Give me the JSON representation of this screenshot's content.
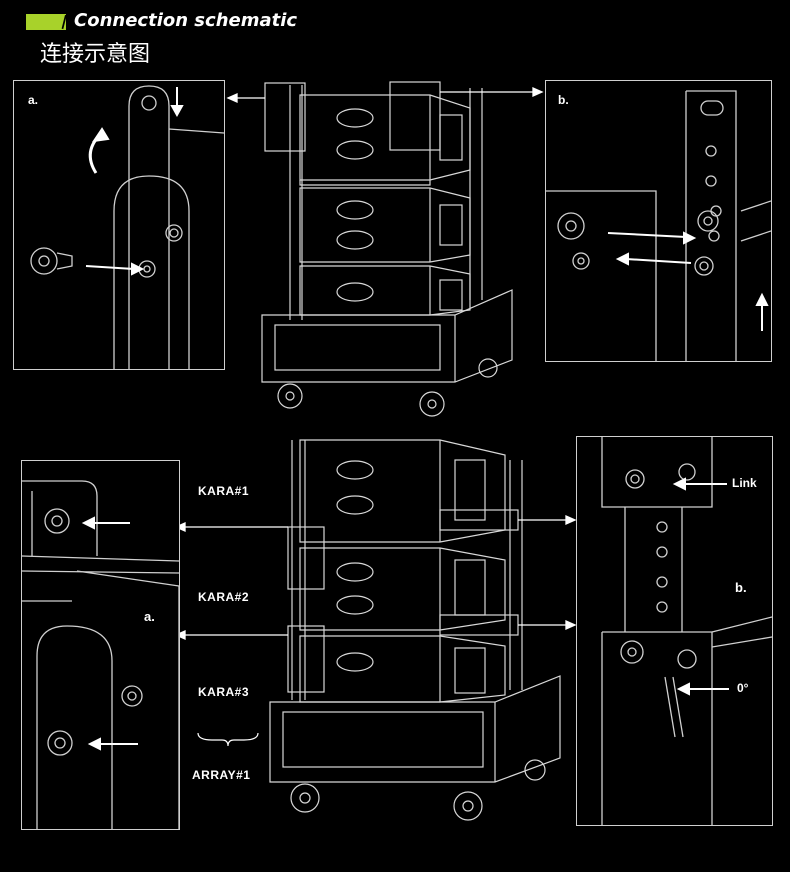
{
  "header": {
    "title_en": "Connection schematic",
    "title_zh": "连接示意图",
    "accent_color": "#a8d22a"
  },
  "top": {
    "panel_left_label": "a.",
    "panel_right_label": "b."
  },
  "bottom": {
    "panel_left_label": "a.",
    "panel_right_label": "b.",
    "stack_labels": [
      "KARA#1",
      "KARA#2",
      "KARA#3"
    ],
    "array_label": "ARRAY#1",
    "callout_link": "Link",
    "callout_angle": "0°"
  }
}
